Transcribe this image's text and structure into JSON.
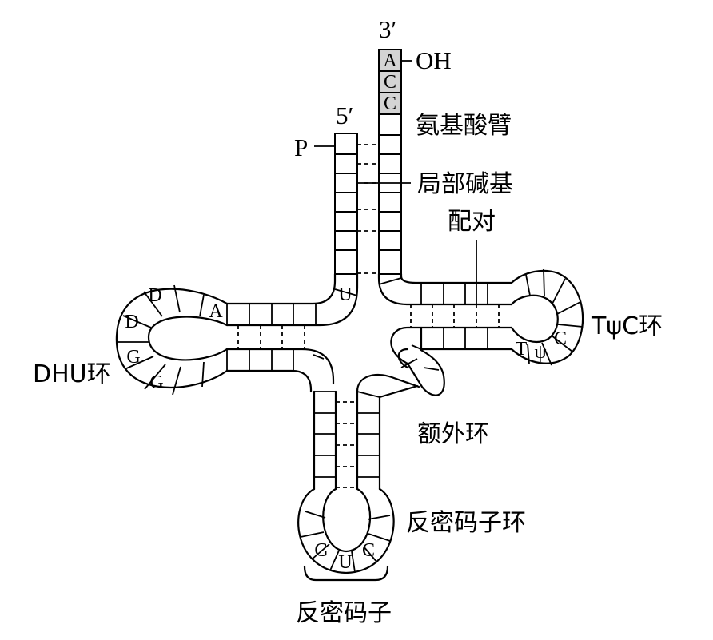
{
  "labels": {
    "three_prime": "3′",
    "five_prime": "5′",
    "oh": "OH",
    "p": "P",
    "amino_acid_arm": "氨基酸臂",
    "base_pairing_line1": "局部碱基",
    "base_pairing_line2": "配对",
    "tpsic_loop": "TψC环",
    "dhu_loop": "DHU环",
    "variable_loop": "额外环",
    "anticodon_loop": "反密码子环",
    "anticodon": "反密码子"
  },
  "bases": {
    "cca": [
      "A",
      "C",
      "C"
    ],
    "acceptor_u": "U",
    "dhu_a": "A",
    "dhu_d1": "D",
    "dhu_d2": "D",
    "dhu_g1": "G",
    "dhu_g2": "G",
    "tpsic_t": "T",
    "tpsic_psi": "ψ",
    "tpsic_c": "C",
    "anticodon_g": "G",
    "anticodon_u": "U",
    "anticodon_c": "C"
  }
}
